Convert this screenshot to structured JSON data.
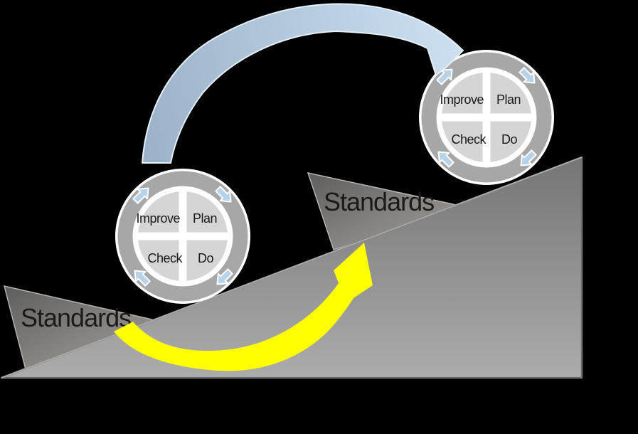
{
  "colors": {
    "background": "#000000",
    "slope_top": "#757575",
    "slope_bottom": "#acacac",
    "slope_edge_dark": "#6f6f6f",
    "slope_edge_light": "#a9a9a9",
    "wedge_dark": "#5e5e5e",
    "wedge_light": "#a8a39d",
    "wedge_edge": "#b3b3b3",
    "wheel_ring": "#a7a7a7",
    "wheel_quadrant": "#d5d5d5",
    "wheel_white": "#ffffff",
    "rotation_arrow": "#b7d3e9",
    "cycle_arrow_start": "#9cb3c9",
    "cycle_arrow_end": "#cde1f2",
    "cycle_arrow_outline": "#e6eef7",
    "improvement_arrow": "#ffff00",
    "improvement_arrow_outline": "#e4d900",
    "label_text": "#1a1a1a"
  },
  "wheels": [
    {
      "id": "lower",
      "labels": {
        "improve": "Improve",
        "plan": "Plan",
        "check": "Check",
        "do": "Do"
      }
    },
    {
      "id": "upper",
      "labels": {
        "improve": "Improve",
        "plan": "Plan",
        "check": "Check",
        "do": "Do"
      }
    }
  ],
  "wedges": [
    {
      "label": "Standards"
    },
    {
      "label": "Standards"
    }
  ]
}
